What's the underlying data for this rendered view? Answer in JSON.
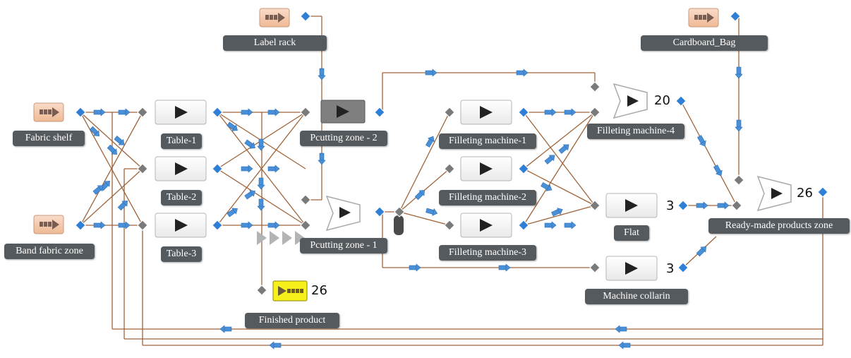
{
  "nodes": {
    "fabric_shelf": "Fabric shelf",
    "band_fabric_zone": "Band fabric zone",
    "label_rack": "Label rack",
    "cardboard_bag": "Cardboard_Bag",
    "table_1": "Table-1",
    "table_2": "Table-2",
    "table_3": "Table-3",
    "pcutting_zone_2": "Pcutting zone - 2",
    "pcutting_zone_1": "Pcutting zone - 1",
    "filleting_machine_1": "Filleting machine-1",
    "filleting_machine_2": "Filleting machine-2",
    "filleting_machine_3": "Filleting machine-3",
    "filleting_machine_4": "Filleting machine-4",
    "flat": "Flat",
    "machine_collarin": "Machine collarin",
    "finished_product": "Finished product",
    "ready_made_products_zone": "Ready-made products zone"
  },
  "counts": {
    "finished_product": "26",
    "filleting_machine_4_queue": "20",
    "ready_made_zone_queue": "26",
    "flat": "3",
    "machine_collarin": "3"
  },
  "colors": {
    "connection": "#a0643a",
    "flow_arrow": "#4a90d9",
    "port": "#2f7fd6",
    "junction": "#7a7a7a",
    "label_bg": "#555a5e",
    "source_block": "#f5cdb4",
    "sink_block": "#f7f01a"
  }
}
